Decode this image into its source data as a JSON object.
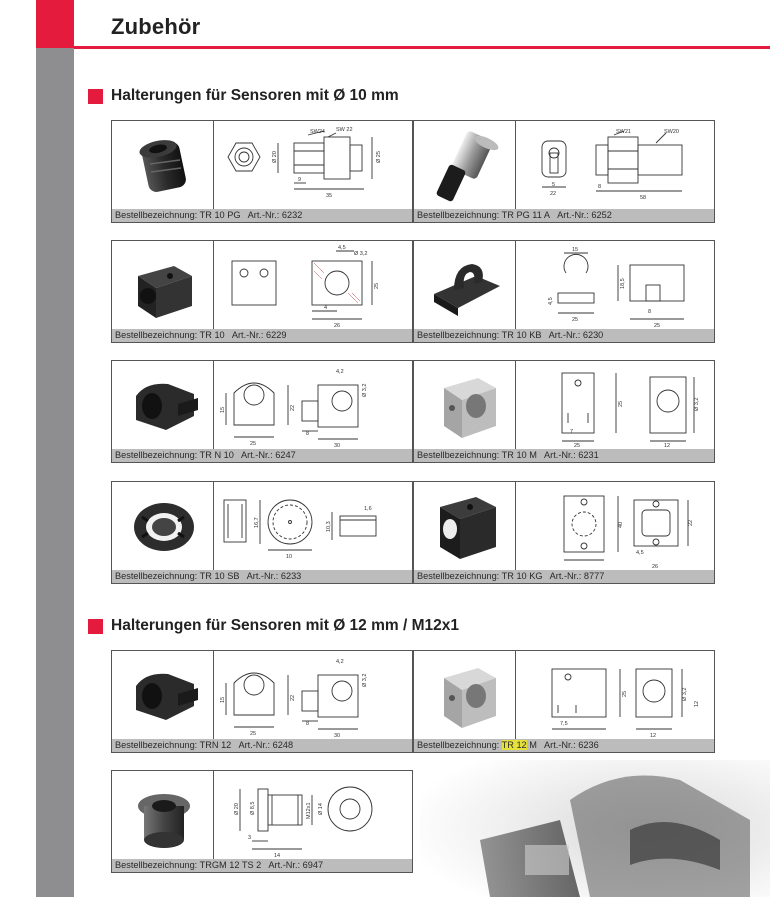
{
  "page": {
    "title": "Zubehör"
  },
  "sections": [
    {
      "title": "Halterungen für Sensoren mit Ø 10 mm"
    },
    {
      "title": "Halterungen für Sensoren mit Ø 12 mm / M12x1"
    }
  ],
  "products": [
    {
      "label": "Bestellbezeichnung:",
      "designation": "TR 10 PG",
      "art_label": "Art.-Nr.:",
      "art_nr": "6232"
    },
    {
      "label": "Bestellbezeichnung:",
      "designation": "TR PG 11 A",
      "art_label": "Art.-Nr.:",
      "art_nr": "6252"
    },
    {
      "label": "Bestellbezeichnung:",
      "designation": "TR 10",
      "art_label": "Art.-Nr.:",
      "art_nr": "6229"
    },
    {
      "label": "Bestellbezeichnung:",
      "designation": "TR 10 KB",
      "art_label": "Art.-Nr.:",
      "art_nr": "6230"
    },
    {
      "label": "Bestellbezeichnung:",
      "designation": "TR N 10",
      "art_label": "Art.-Nr.:",
      "art_nr": "6247"
    },
    {
      "label": "Bestellbezeichnung:",
      "designation": "TR 10 M",
      "art_label": "Art.-Nr.:",
      "art_nr": "6231"
    },
    {
      "label": "Bestellbezeichnung:",
      "designation": "TR 10 SB",
      "art_label": "Art.-Nr.:",
      "art_nr": "6233"
    },
    {
      "label": "Bestellbezeichnung:",
      "designation": "TR 10 KG",
      "art_label": "Art.-Nr.:",
      "art_nr": "8777"
    },
    {
      "label": "Bestellbezeichnung:",
      "designation": "TRN 12",
      "art_label": "Art.-Nr.:",
      "art_nr": "6248"
    },
    {
      "label": "Bestellbezeichnung:",
      "designation_hl": "TR 12",
      "designation_rest": "M",
      "art_label": "Art.-Nr.:",
      "art_nr": "6236"
    },
    {
      "label": "Bestellbezeichnung:",
      "designation": "TRGM 12 TS 2",
      "art_label": "Art.-Nr.:",
      "art_nr": "6947"
    }
  ],
  "dims": {
    "p0": [
      "SW24",
      "SW 22",
      "Ø 20",
      "Ø 25",
      "9",
      "35"
    ],
    "p1": [
      "SW21",
      "SW20",
      "5",
      "22",
      "8",
      "58"
    ],
    "p2": [
      "4,5",
      "Ø 3,2",
      "25",
      "4",
      "26"
    ],
    "p3": [
      "15",
      "18,5",
      "4,5",
      "25",
      "8",
      "25"
    ],
    "p4": [
      "4,2",
      "Ø 3,2",
      "15",
      "22",
      "25",
      "8",
      "30"
    ],
    "p5": [
      "25",
      "Ø 3,2",
      "7",
      "25",
      "12"
    ],
    "p6": [
      "16,7",
      "10,3",
      "1,6",
      "10"
    ],
    "p7": [
      "40",
      "22",
      "4,5",
      "26"
    ],
    "p8": [
      "4,2",
      "Ø 3,2",
      "15",
      "22",
      "25",
      "8",
      "30"
    ],
    "p9": [
      "25",
      "Ø 3,2",
      "12",
      "7,5",
      "12"
    ],
    "p10": [
      "Ø 20",
      "Ø 8,5",
      "M12x1",
      "Ø 14",
      "3",
      "14"
    ]
  },
  "colors": {
    "accent": "#e41b3c",
    "sidebar": "#8e8e90",
    "caption_bg": "#bcbcbc",
    "highlight": "#e6e13a"
  }
}
